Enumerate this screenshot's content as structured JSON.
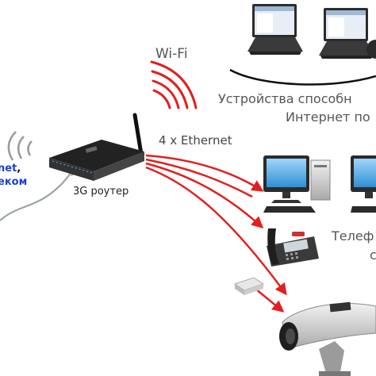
{
  "labels": {
    "wifi": "Wi-Fi",
    "ethernet": "4 x Ethernet",
    "router": "3G роутер",
    "devices_line1": "Устройства способн",
    "devices_line2": "Интернет по",
    "left_line1_a": "net",
    "left_line1_b": ",",
    "left_line2": "еком",
    "phone_line1": "Телеф",
    "phone_line2": "с"
  },
  "colors": {
    "arrow": "#e11f1f",
    "signal_gray": "#9a9a9a",
    "cable": "#9aa3a8",
    "accent_blue": "#1a3fd1"
  },
  "icons": [
    "laptop-icon",
    "desktop-computer-icon",
    "ip-phone-icon",
    "cctv-camera-icon",
    "usb-modem-icon",
    "router-icon"
  ]
}
